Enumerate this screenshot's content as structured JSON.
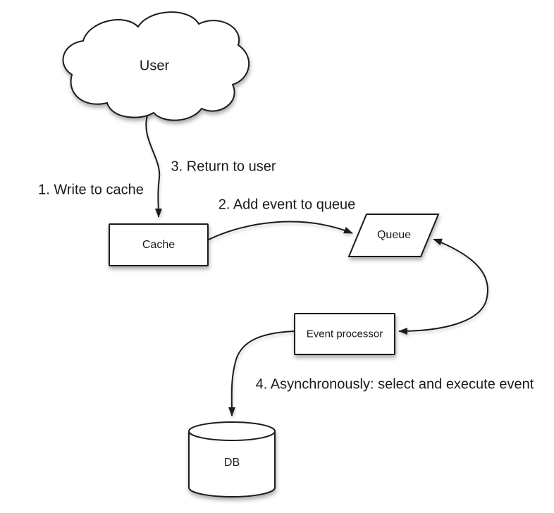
{
  "nodes": {
    "user": "User",
    "cache": "Cache",
    "queue": "Queue",
    "event_processor": "Event processor",
    "db": "DB"
  },
  "steps": {
    "step1": "1. Write to cache",
    "step2": "2. Add event to queue",
    "step3": "3. Return to user",
    "step4": "4. Asynchronously: select and execute event"
  },
  "colors": {
    "stroke": "#1c1c1c",
    "fill": "#ffffff",
    "background": "#ffffff",
    "text": "#1a1a1a"
  }
}
